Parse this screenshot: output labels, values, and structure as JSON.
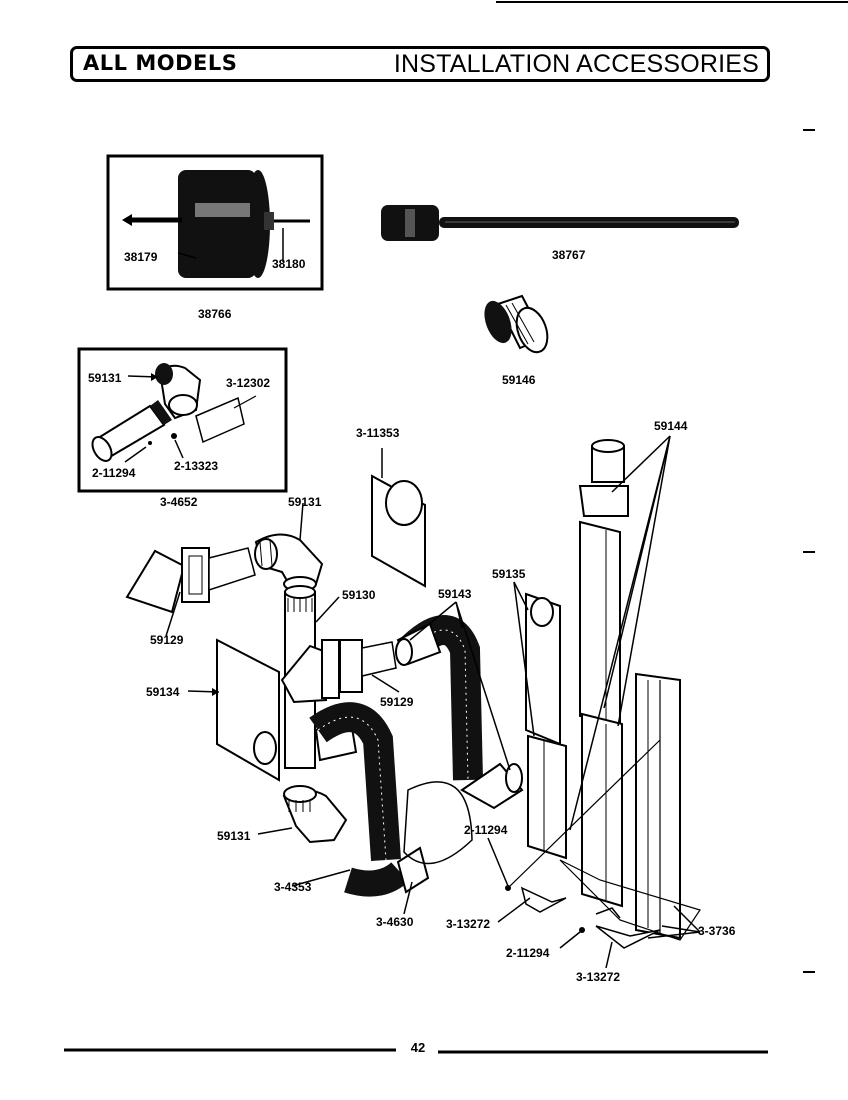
{
  "header": {
    "models": "ALL MODELS",
    "title": "INSTALLATION ACCESSORIES"
  },
  "part_labels": {
    "hole_saw_kit": "38766",
    "hole_saw_blade": "38179",
    "pilot_drill": "38180",
    "extension": "38767",
    "coupling": "59146",
    "kit_elbow": "59131",
    "kit_tape": "3-12302",
    "kit_screw": "2-11294",
    "kit_clamp": "2-13323",
    "vent_kit": "3-4652",
    "template": "3-11353",
    "upper_elbow": "59131",
    "hood_left": "59129",
    "pipe_label": "59130",
    "wall_plate": "59134",
    "hood_right": "59129",
    "clamps": "59143",
    "periscope_small": "59135",
    "periscope_tall": "59144",
    "lower_elbow": "59131",
    "flex_duct": "3-4353",
    "clamp_lower": "3-4630",
    "screw_mid": "2-11294",
    "bracket_mid": "3-13272",
    "screw_low": "2-11294",
    "bracket_low": "3-13272",
    "periscope_base": "3-3736"
  },
  "footer": {
    "page_number": "42"
  }
}
